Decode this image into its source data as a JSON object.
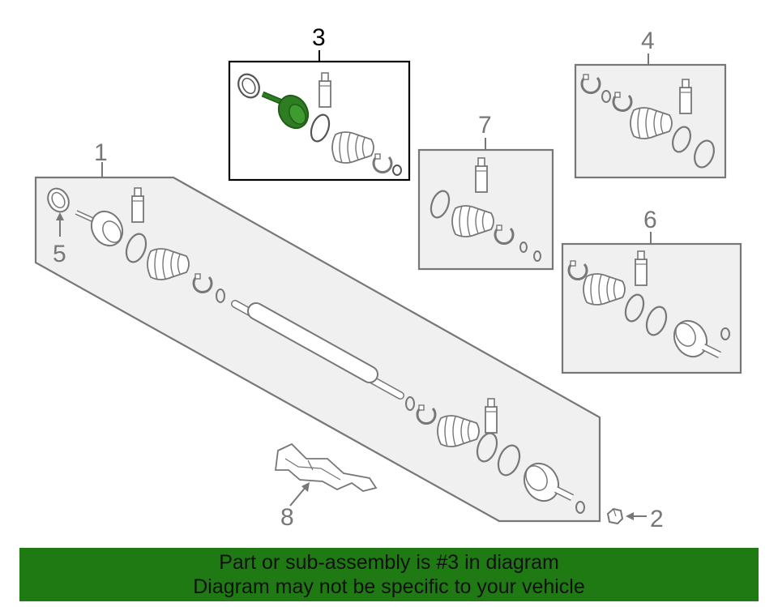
{
  "callouts": {
    "c1": "1",
    "c2": "2",
    "c3": "3",
    "c4": "4",
    "c5": "5",
    "c6": "6",
    "c7": "7",
    "c8": "8"
  },
  "banner": {
    "line1": "Part or sub-assembly is #3 in diagram",
    "line2": "Diagram may not be specific to your vehicle"
  },
  "colors": {
    "line": "#777777",
    "panel_fill": "#f0f0f0",
    "highlight_frame": "#000000",
    "highlight_part": "#2e7d22",
    "banner_bg": "#1f7a14"
  }
}
